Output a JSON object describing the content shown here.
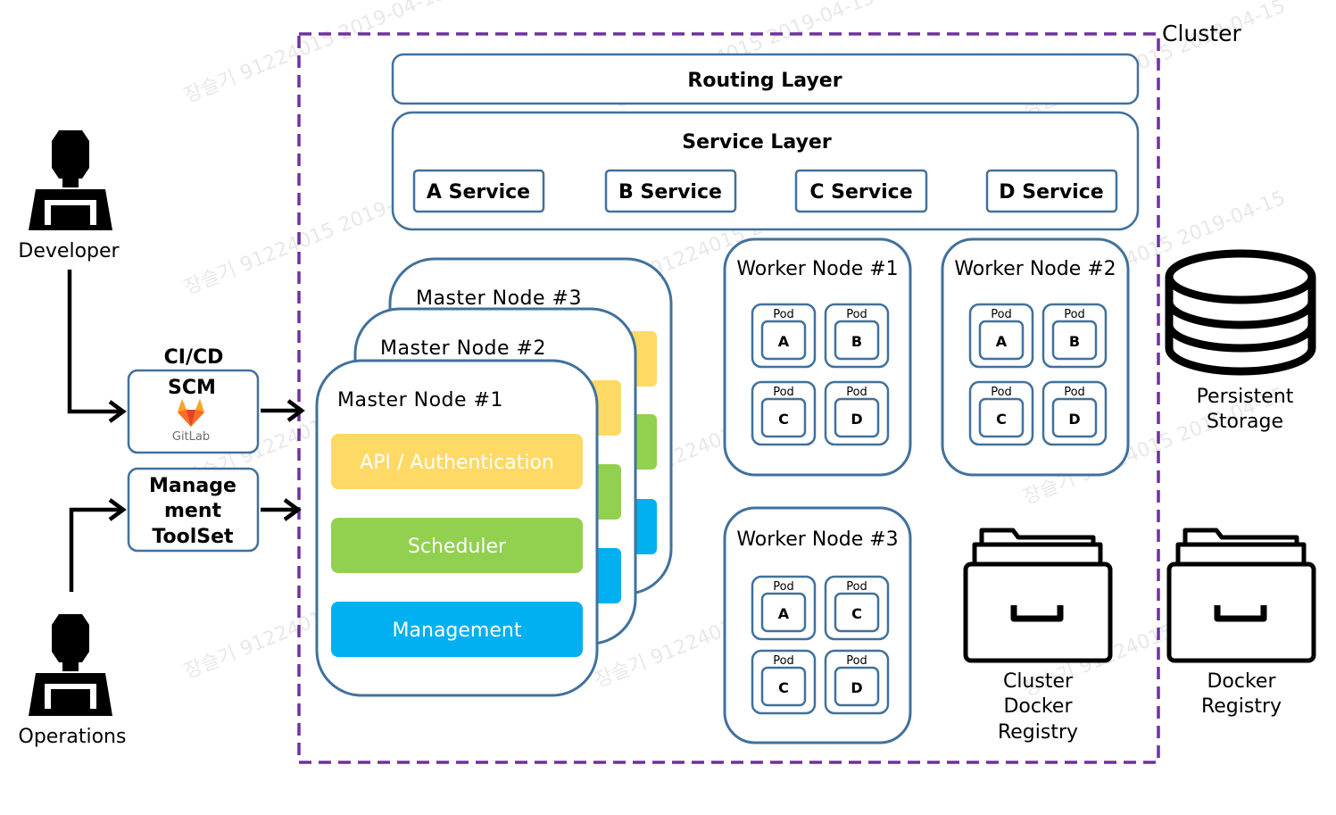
{
  "cluster": {
    "label": "Cluster",
    "border_color": "#7030a0"
  },
  "routing_layer": {
    "label": "Routing Layer"
  },
  "service_layer": {
    "label": "Service Layer",
    "services": [
      "A Service",
      "B Service",
      "C Service",
      "D Service"
    ]
  },
  "master_nodes": {
    "labels": [
      "Master Node #3",
      "Master Node #2",
      "Master Node #1"
    ],
    "components": [
      {
        "label": "API / Authentication",
        "color": "#ffd966"
      },
      {
        "label": "Scheduler",
        "color": "#92d050"
      },
      {
        "label": "Management",
        "color": "#00b0f0"
      }
    ]
  },
  "worker_nodes": [
    {
      "label": "Worker Node #1",
      "pods": [
        "A",
        "B",
        "C",
        "D"
      ]
    },
    {
      "label": "Worker Node #2",
      "pods": [
        "A",
        "B",
        "C",
        "D"
      ]
    },
    {
      "label": "Worker Node #3",
      "pods": [
        "A",
        "C",
        "C",
        "D"
      ]
    }
  ],
  "pod_label": "Pod",
  "actors": {
    "developer": "Developer",
    "operations": "Operations"
  },
  "cicd": {
    "title": "CI/CD",
    "scm": "SCM",
    "gitlab": "GitLab"
  },
  "management_toolset": {
    "lines": [
      "Manage",
      "ment",
      "ToolSet"
    ]
  },
  "storage": {
    "lines": [
      "Persistent",
      "Storage"
    ]
  },
  "cluster_registry": {
    "lines": [
      "Cluster",
      "Docker",
      "Registry"
    ]
  },
  "docker_registry": {
    "lines": [
      "Docker",
      "Registry"
    ]
  },
  "watermark": {
    "texts": [
      "장슬기 91224015 2019-04-15"
    ],
    "color": "#e6e6e6"
  },
  "colors": {
    "box_border": "#41719c",
    "text": "#000000",
    "white_text": "#ffffff"
  }
}
